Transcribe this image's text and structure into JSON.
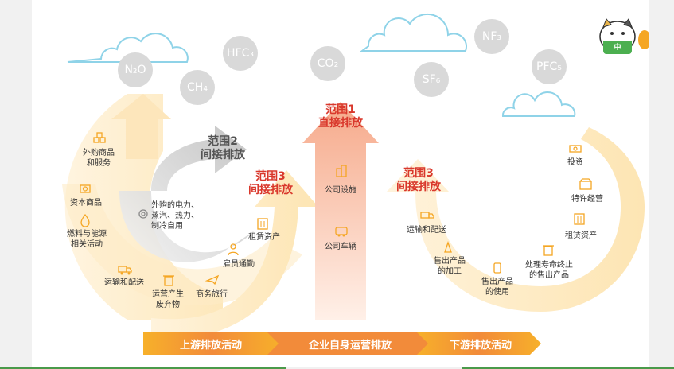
{
  "gases": [
    {
      "key": "n2o",
      "label": "N₂O"
    },
    {
      "key": "hfc",
      "label": "HFC₃"
    },
    {
      "key": "ch4",
      "label": "CH₄"
    },
    {
      "key": "co2",
      "label": "CO₂"
    },
    {
      "key": "sf6",
      "label": "SF₆"
    },
    {
      "key": "nf3",
      "label": "NF₃"
    },
    {
      "key": "pfc",
      "label": "PFC₅"
    }
  ],
  "scopes": {
    "scope1": "范围1\n直接排放",
    "scope2": "范围2\n间接排放",
    "scope3_left": "范围3\n间接排放",
    "scope3_right": "范围3\n间接排放"
  },
  "items": {
    "purchased_goods": "外购商品\n和服务",
    "capital_goods": "资本商品",
    "fuel_energy": "燃料与能源\n相关活动",
    "upstream_transport": "运输和配送",
    "waste": "运营产生\n废弃物",
    "business_travel": "商务旅行",
    "commuting": "雇员通勤",
    "leased_assets_up": "租赁资产",
    "purchased_energy": "外购的电力、\n蒸汽、热力、\n制冷自用",
    "company_facilities": "公司设施",
    "company_vehicles": "公司车辆",
    "downstream_transport": "运输和配送",
    "processing": "售出产品\n的加工",
    "use_of_products": "售出产品\n的使用",
    "end_of_life": "处理寿命终止\n的售出产品",
    "leased_assets_down": "租赁资产",
    "franchises": "特许经营",
    "investments": "投资"
  },
  "bottom_bar": {
    "upstream": "上游排放活动",
    "own_operations": "企业自身运营排放",
    "downstream": "下游排放活动"
  },
  "mascot_label": "中",
  "colors": {
    "orange": "#f5a623",
    "red": "#d9382c",
    "gray": "#d9d9d9",
    "cloud": "#8fd3e8"
  }
}
